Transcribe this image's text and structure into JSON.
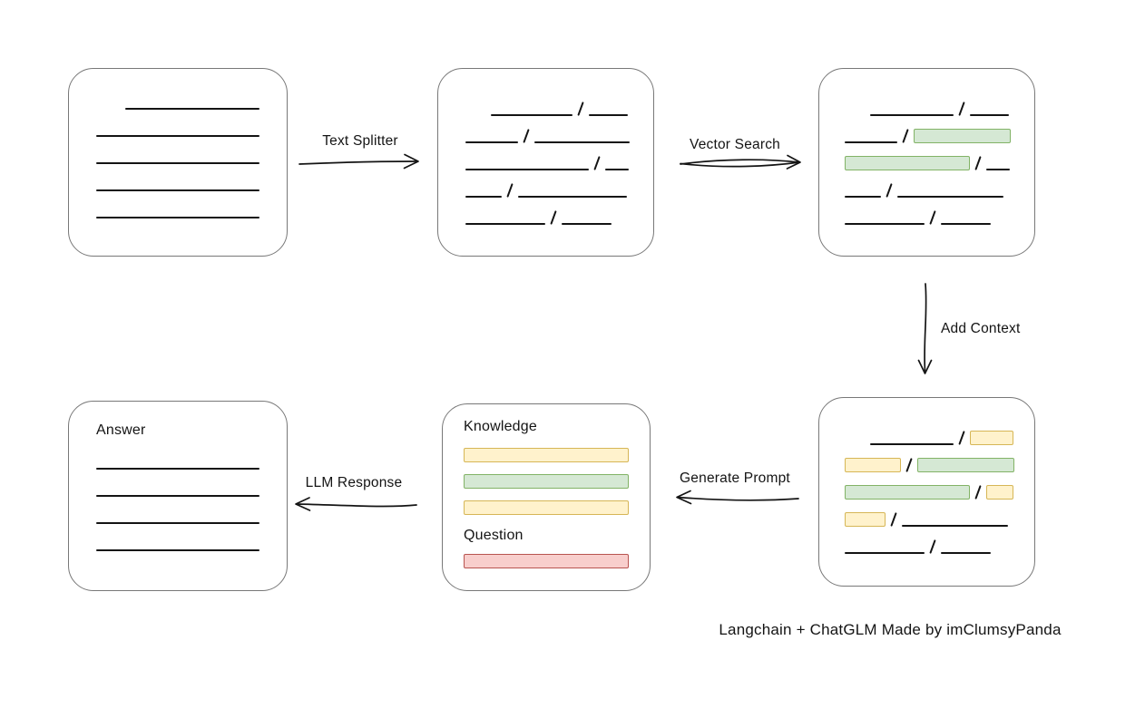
{
  "labels": {
    "text_splitter": "Text Splitter",
    "vector_search": "Vector Search",
    "add_context": "Add Context",
    "generate_prompt": "Generate Prompt",
    "llm_response": "LLM Response",
    "knowledge": "Knowledge",
    "question": "Question",
    "answer": "Answer",
    "caption": "Langchain + ChatGLM Made by imClumsyPanda"
  },
  "colors": {
    "green_fill": "#d5e8d4",
    "green_stroke": "#82b366",
    "yellow_fill": "#fff2cc",
    "yellow_stroke": "#d6b656",
    "red_fill": "#f8cecc",
    "red_stroke": "#b85450",
    "box_stroke": "#787878",
    "line_color": "#141414"
  },
  "boxes": {
    "document": {
      "rows": [
        [
          {
            "kind": "gap",
            "w": 32
          },
          {
            "kind": "line",
            "w": 148
          }
        ],
        [
          {
            "kind": "line",
            "w": 180
          }
        ],
        [
          {
            "kind": "line",
            "w": 180
          }
        ],
        [
          {
            "kind": "line",
            "w": 180
          }
        ],
        [
          {
            "kind": "line",
            "w": 180
          }
        ]
      ]
    },
    "chunks": {
      "rows": [
        [
          {
            "kind": "gap",
            "w": 28
          },
          {
            "kind": "line",
            "w": 90
          },
          {
            "kind": "slash"
          },
          {
            "kind": "line",
            "w": 43
          }
        ],
        [
          {
            "kind": "line",
            "w": 58
          },
          {
            "kind": "slash"
          },
          {
            "kind": "line",
            "w": 105
          }
        ],
        [
          {
            "kind": "line",
            "w": 136
          },
          {
            "kind": "slash"
          },
          {
            "kind": "line",
            "w": 26
          }
        ],
        [
          {
            "kind": "line",
            "w": 40
          },
          {
            "kind": "slash"
          },
          {
            "kind": "line",
            "w": 120
          }
        ],
        [
          {
            "kind": "line",
            "w": 88
          },
          {
            "kind": "slash"
          },
          {
            "kind": "line",
            "w": 55
          }
        ]
      ]
    },
    "retrieved": {
      "rows": [
        [
          {
            "kind": "gap",
            "w": 28
          },
          {
            "kind": "line",
            "w": 92
          },
          {
            "kind": "slash"
          },
          {
            "kind": "line",
            "w": 43
          }
        ],
        [
          {
            "kind": "line",
            "w": 58
          },
          {
            "kind": "slash"
          },
          {
            "kind": "green",
            "w": 107
          }
        ],
        [
          {
            "kind": "green",
            "w": 138
          },
          {
            "kind": "slash"
          },
          {
            "kind": "line",
            "w": 26
          }
        ],
        [
          {
            "kind": "line",
            "w": 40
          },
          {
            "kind": "slash"
          },
          {
            "kind": "line",
            "w": 117
          }
        ],
        [
          {
            "kind": "line",
            "w": 88
          },
          {
            "kind": "slash"
          },
          {
            "kind": "line",
            "w": 55
          }
        ]
      ]
    },
    "context": {
      "rows": [
        [
          {
            "kind": "gap",
            "w": 28
          },
          {
            "kind": "line",
            "w": 92
          },
          {
            "kind": "slash"
          },
          {
            "kind": "yellow",
            "w": 48
          }
        ],
        [
          {
            "kind": "yellow",
            "w": 62
          },
          {
            "kind": "slash"
          },
          {
            "kind": "green",
            "w": 107
          }
        ],
        [
          {
            "kind": "green",
            "w": 138
          },
          {
            "kind": "slash"
          },
          {
            "kind": "yellow",
            "w": 30
          }
        ],
        [
          {
            "kind": "yellow",
            "w": 45
          },
          {
            "kind": "slash"
          },
          {
            "kind": "line",
            "w": 117
          }
        ],
        [
          {
            "kind": "line",
            "w": 88
          },
          {
            "kind": "slash"
          },
          {
            "kind": "line",
            "w": 55
          }
        ]
      ]
    },
    "knowledge_bars": {
      "rows": [
        [
          {
            "kind": "yellow",
            "w": 182
          }
        ],
        [
          {
            "kind": "green",
            "w": 182
          }
        ],
        [
          {
            "kind": "yellow",
            "w": 182
          }
        ]
      ]
    },
    "question_bar": {
      "rows": [
        [
          {
            "kind": "red",
            "w": 182
          }
        ]
      ]
    },
    "answer": {
      "rows": [
        [
          {
            "kind": "line",
            "w": 180
          }
        ],
        [
          {
            "kind": "line",
            "w": 180
          }
        ],
        [
          {
            "kind": "line",
            "w": 180
          }
        ],
        [
          {
            "kind": "line",
            "w": 180
          }
        ]
      ]
    }
  }
}
